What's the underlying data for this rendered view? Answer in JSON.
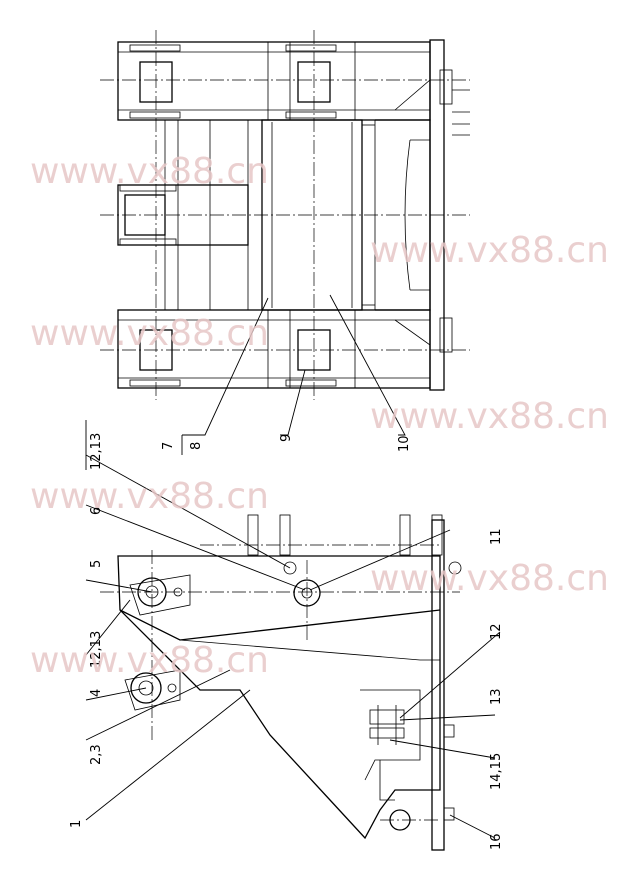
{
  "watermarks": [
    "www.vx88.cn",
    "www.vx88.cn",
    "www.vx88.cn",
    "www.vx88.cn",
    "www.vx88.cn",
    "www.vx88.cn",
    "www.vx88.cn"
  ],
  "top_view_labels": {
    "p7": "7",
    "p8": "8",
    "p9": "9",
    "p10": "10"
  },
  "side_view_labels": {
    "p1": "1",
    "p2_3": "2,3",
    "p4": "4",
    "p5": "5",
    "p6": "6",
    "p11": "11",
    "p12": "12",
    "p13": "13",
    "p12_13_upper": "12,13",
    "p12_13_lower": "12,13",
    "p14_15": "14,15",
    "p16": "16"
  }
}
